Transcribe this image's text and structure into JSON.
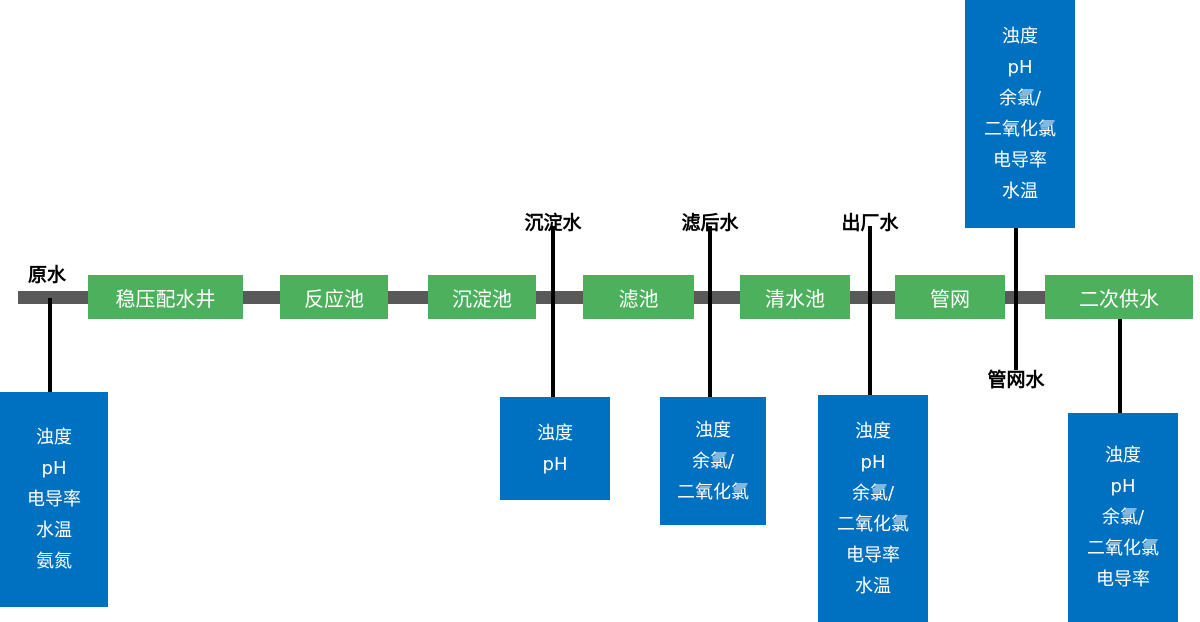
{
  "colors": {
    "stage_green": "#4CB05C",
    "monitor_blue": "#0070C0",
    "pipe_gray": "#595959",
    "connector_black": "#000000"
  },
  "stages": [
    {
      "label": "稳压配水井"
    },
    {
      "label": "反应池"
    },
    {
      "label": "沉淀池"
    },
    {
      "label": "滤池"
    },
    {
      "label": "清水池"
    },
    {
      "label": "管网"
    },
    {
      "label": "二次供水"
    }
  ],
  "sample_points": {
    "raw": "原水",
    "settled": "沉淀水",
    "filtered": "滤后水",
    "outlet": "出厂水",
    "network": "管网水"
  },
  "monitors": {
    "raw": {
      "lines": [
        "浊度",
        "pH",
        "电导率",
        "水温",
        "氨氮"
      ]
    },
    "settled": {
      "lines": [
        "浊度",
        "pH"
      ]
    },
    "filtered": {
      "lines": [
        "浊度",
        "余氯/",
        "二氧化氯"
      ]
    },
    "outlet": {
      "lines": [
        "浊度",
        "pH",
        "余氯/",
        "二氧化氯",
        "电导率",
        "水温"
      ]
    },
    "network": {
      "lines": [
        "浊度",
        "pH",
        "余氯/",
        "二氧化氯",
        "电导率",
        "水温"
      ]
    },
    "secondary": {
      "lines": [
        "浊度",
        "pH",
        "余氯/",
        "二氧化氯",
        "电导率"
      ]
    }
  }
}
